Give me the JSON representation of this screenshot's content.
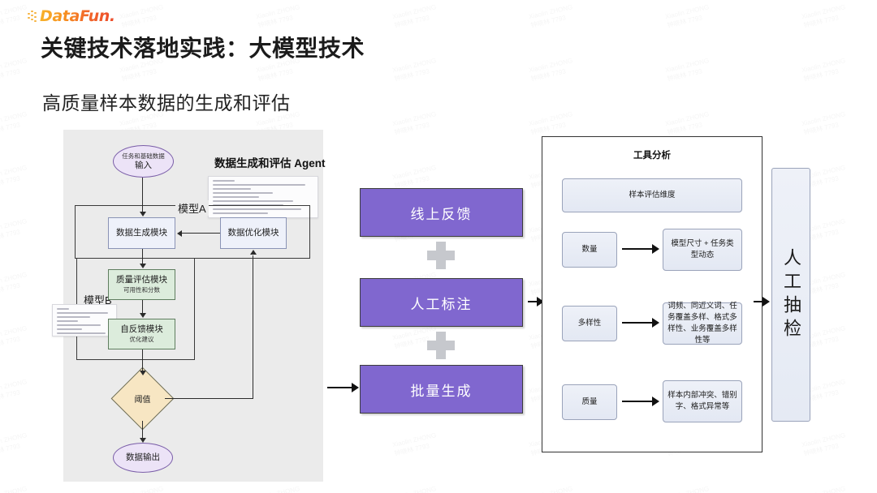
{
  "brand": {
    "name": "DataFun.",
    "accent": "#f2682a"
  },
  "header": {
    "title": "关键技术落地实践：大模型技术",
    "subtitle": "高质量样本数据的生成和评估"
  },
  "watermark": {
    "line1": "Xiaolin ZHONG",
    "line2": "钟晓林 7793"
  },
  "left_diagram": {
    "agent_title": "数据生成和评估 Agent",
    "group_a_label": "模型A",
    "group_b_label": "模型B",
    "nodes": {
      "input_main": "任务和基础数据",
      "input_sub": "输入",
      "data_gen": "数据生成模块",
      "data_opt": "数据优化模块",
      "quality_main": "质量评估模块",
      "quality_sub": "可用性和分数",
      "feedback_main": "自反馈模块",
      "feedback_sub": "优化建议",
      "threshold": "阈值",
      "output": "数据输出"
    },
    "colors": {
      "panel_bg": "#ebebeb",
      "ellipse": "#ece3f7",
      "blue_box": "#eef1fa",
      "green_box": "#dcecdc",
      "diamond": "#f7e6c3"
    }
  },
  "middle_stack": {
    "boxes": [
      {
        "label": "线上反馈"
      },
      {
        "label": "人工标注"
      },
      {
        "label": "批量生成"
      }
    ],
    "separator_icon": "plus-icon",
    "color": "#8067cf"
  },
  "right_panel": {
    "title": "工具分析",
    "banner": "样本评估维度",
    "rows": [
      {
        "key": "数量",
        "value": "模型尺寸 + 任务类型动态"
      },
      {
        "key": "多样性",
        "value": "词频、同近义词、任务覆盖多样、格式多样性、业务覆盖多样性等"
      },
      {
        "key": "质量",
        "value": "样本内部冲突、错别字、格式异常等"
      }
    ]
  },
  "final_box": {
    "label": "人工抽检"
  }
}
